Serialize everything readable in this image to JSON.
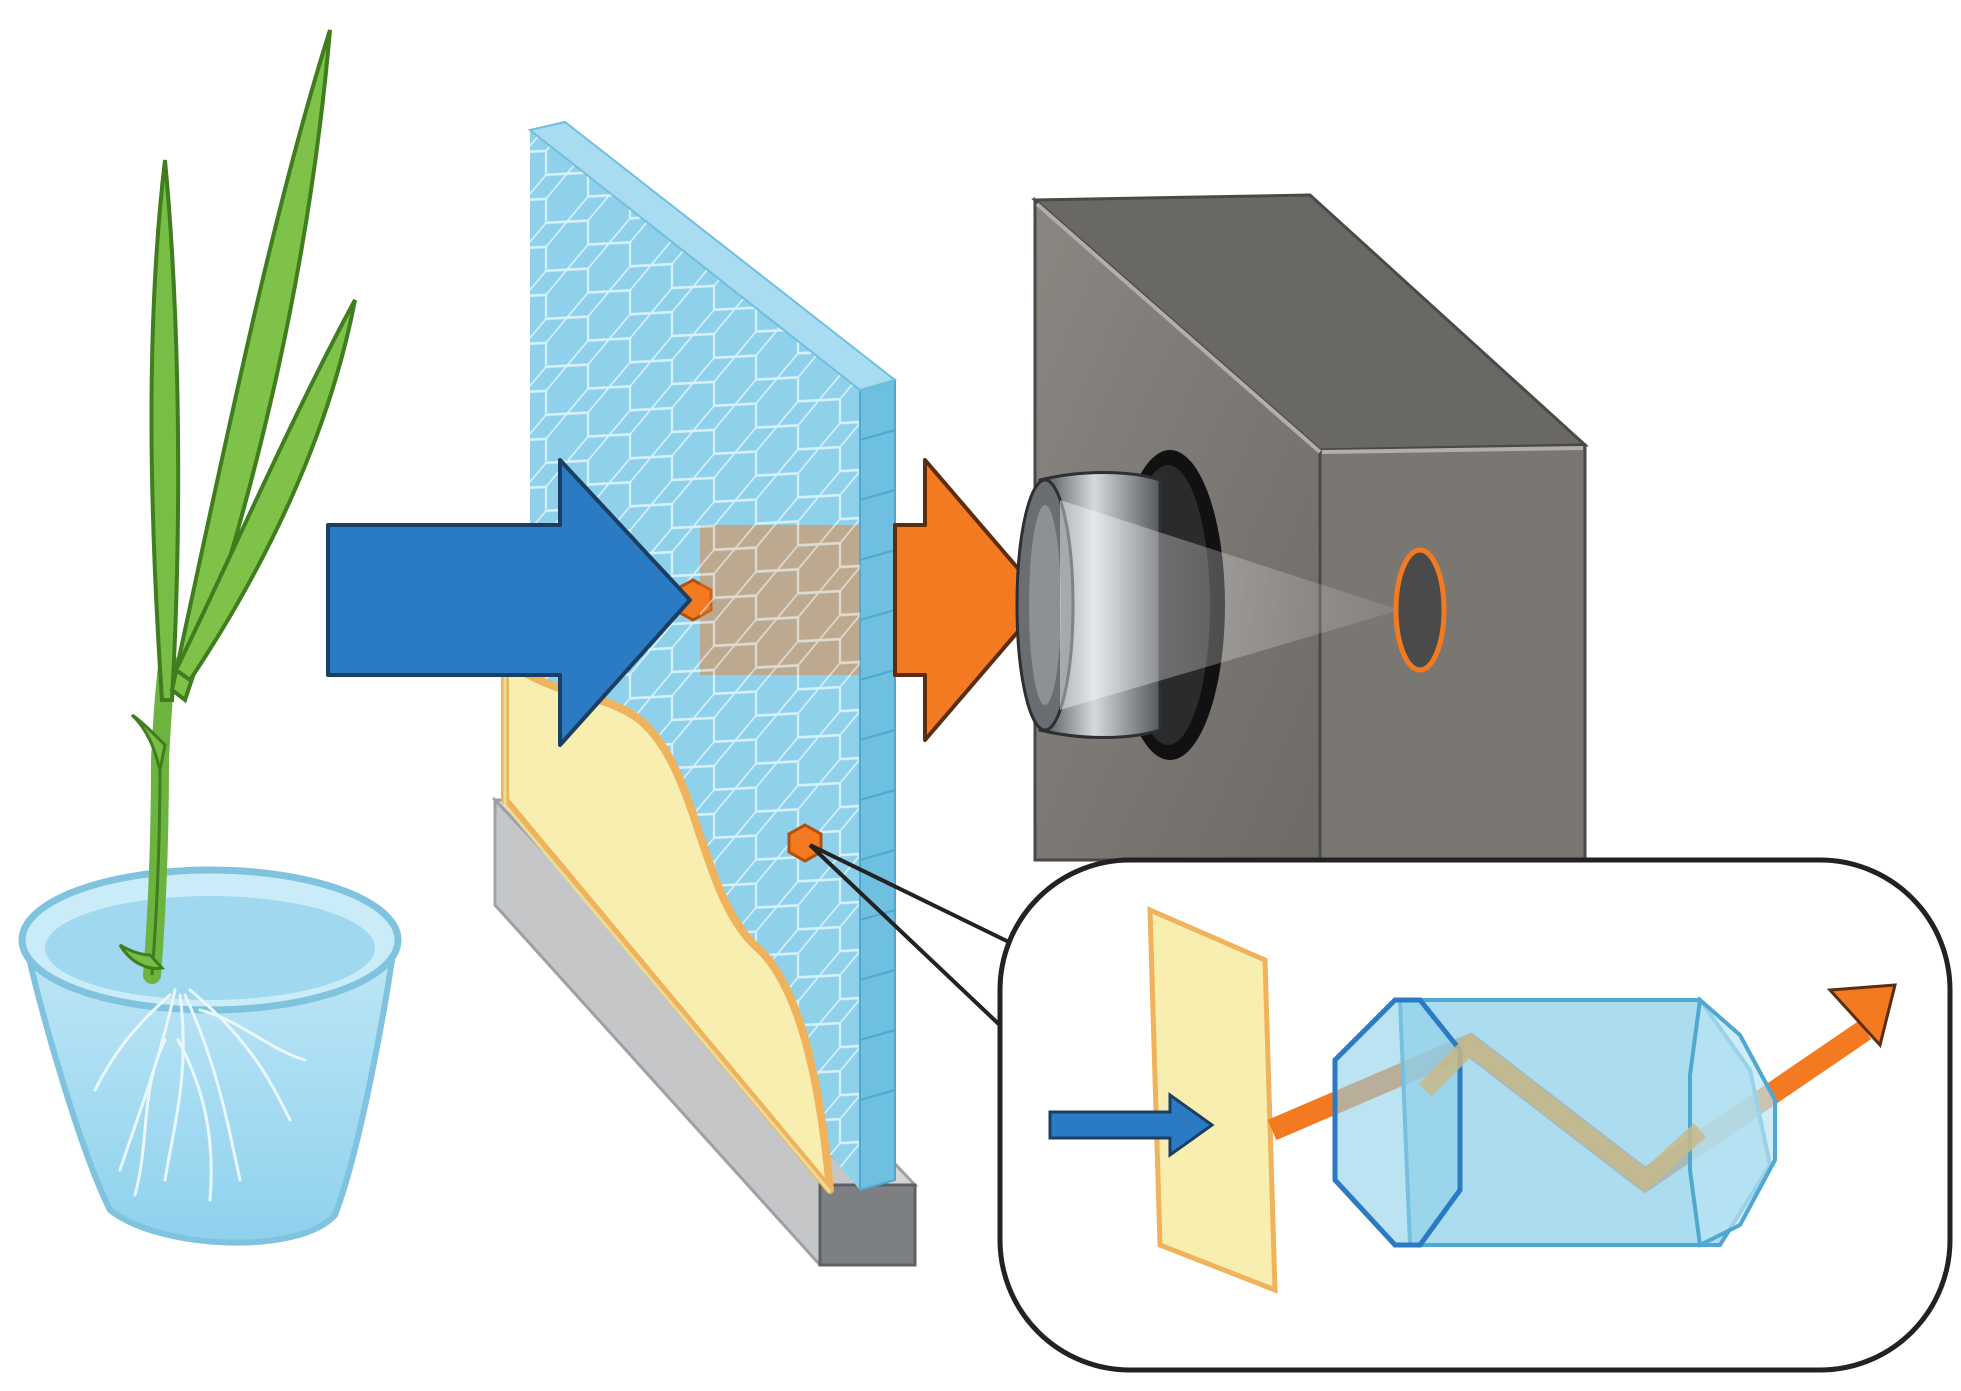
{
  "diagram": {
    "labels": [],
    "colors": {
      "plant_green": "#6cb33f",
      "plant_dark": "#3f7d1f",
      "water_blue": "#a8dcf0",
      "pot_outline": "#6fb8d8",
      "scintillator_blue": "#8fd0ea",
      "hex_line": "#d7f1fb",
      "layer_yellow": "#f8eeb0",
      "layer_orange": "#f0b25a",
      "base_gray": "#c4c6c8",
      "incident_blue": "#2b7bc4",
      "emitted_orange": "#f47a22",
      "camera_dark": "#5b5a57",
      "camera_face": "#7e7b77",
      "camera_light": "#a39f9a",
      "lens_dark": "#3b3d40",
      "lens_light": "#c9cdd1",
      "detector_ring": "#f47a22",
      "inset_border": "#222222"
    },
    "icons": [
      "plant-in-water-pot",
      "hexagonal-scintillator-plate",
      "camera-icon",
      "zoom-inset"
    ]
  }
}
